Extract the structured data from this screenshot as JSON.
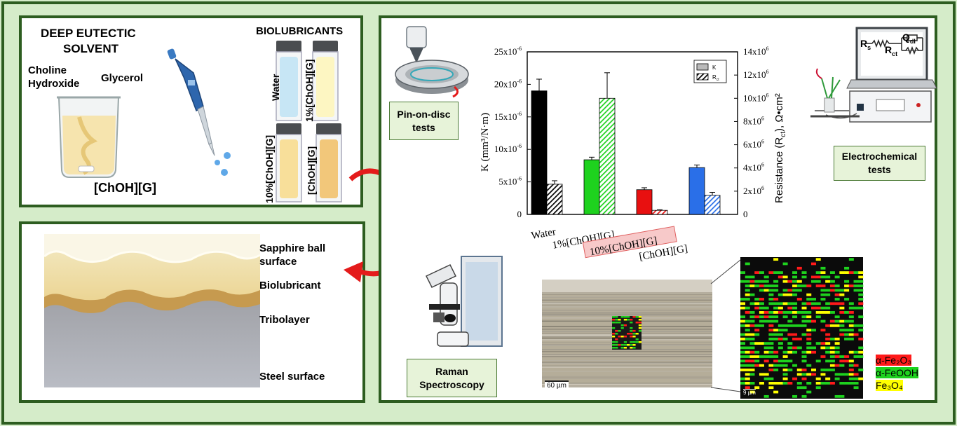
{
  "des_panel": {
    "title_line1": "DEEP EUTECTIC",
    "title_line2": "SOLVENT",
    "choline_line1": "Choline",
    "choline_line2": "Hydroxide",
    "glycerol": "Glycerol",
    "product": "[ChOH][G]",
    "biolubricants_title": "BIOLUBRICANTS",
    "vials": [
      "Water",
      "1%[ChOH][G]",
      "10%[ChOH][G]",
      "[ChOH][G]"
    ]
  },
  "tribo_panel": {
    "labels": [
      "Sapphire ball",
      "surface",
      "Biolubricant",
      "Tribolayer",
      "Steel surface"
    ]
  },
  "right_panel": {
    "pin_on_disc_line1": "Pin-on-disc",
    "pin_on_disc_line2": "tests",
    "electro_line1": "Electrochemical",
    "electro_line2": "tests",
    "raman_line1": "Raman",
    "raman_line2": "Spectroscopy",
    "circuit": {
      "rs": "R",
      "rs_sub": "s",
      "rct": "R",
      "rct_sub": "ct",
      "qdl": "Q",
      "qdl_sub": "dl"
    },
    "scale_bar_left": "60 µm",
    "scale_bar_right": "9 µm",
    "raman_legend": [
      {
        "label": "α-Fe₂O₃",
        "color": "#ff1a1a"
      },
      {
        "label": "α-FeOOH",
        "color": "#1ed21e"
      },
      {
        "label": "Fe₃O₄",
        "color": "#ffff00"
      }
    ]
  },
  "chart_data": {
    "type": "bar",
    "categories": [
      "Water",
      "1%[ChOH][G]",
      "10%[ChOH][G]",
      "[ChOH][G]"
    ],
    "category_colors": [
      "#000000",
      "#1ed21e",
      "#e81010",
      "#2a6fe8"
    ],
    "series": [
      {
        "name": "K",
        "axis": "left",
        "values": [
          1.9e-05,
          8.4e-06,
          3.8e-06,
          7.2e-06
        ],
        "errors": [
          1.8e-06,
          4e-07,
          3e-07,
          4e-07
        ]
      },
      {
        "name": "R",
        "name_sub": "ct",
        "axis": "right",
        "values": [
          2600000,
          10000000,
          350000,
          1650000
        ],
        "errors": [
          300000,
          2200000,
          50000,
          250000
        ]
      }
    ],
    "left_axis": {
      "label": "K (mm³/N·m)",
      "ylim": [
        0,
        2.5e-05
      ],
      "tick_values": [
        0,
        5e-06,
        1e-05,
        1.5e-05,
        2e-05,
        2.5e-05
      ],
      "tick_labels": [
        "0",
        "5x10",
        "10x10",
        "15x10",
        "20x10",
        "25x10"
      ],
      "tick_exp": "-6"
    },
    "right_axis": {
      "label": "Resistance (R",
      "label_sub": "ct",
      "label_end": "), Ω•cm²",
      "ylim": [
        0,
        14000000
      ],
      "tick_values": [
        0,
        2000000,
        4000000,
        6000000,
        8000000,
        10000000,
        12000000,
        14000000
      ],
      "tick_labels": [
        "0",
        "2x10",
        "4x10",
        "6x10",
        "8x10",
        "10x10",
        "12x10",
        "14x10"
      ],
      "tick_exp": "6"
    },
    "legend_position": "top-right",
    "highlighted_category": "10%[ChOH][G]"
  }
}
